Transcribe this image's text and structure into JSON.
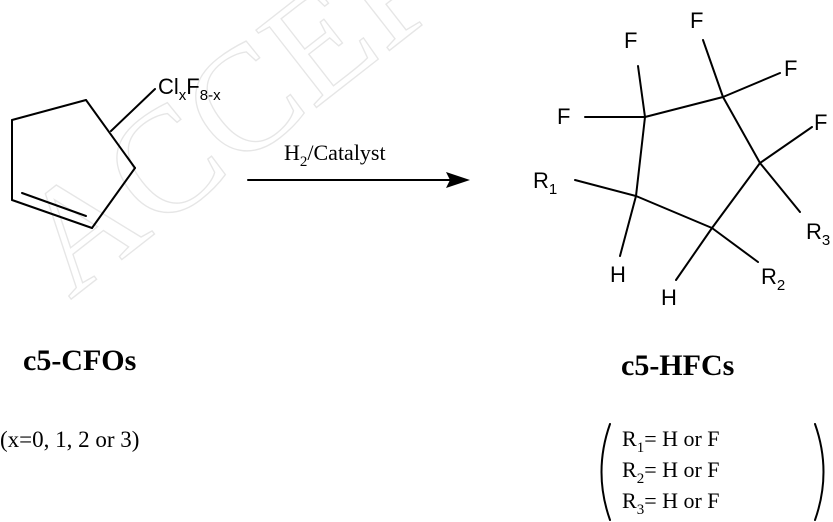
{
  "watermark": "ACCEPTED",
  "reactant": {
    "substituent": {
      "main1": "Cl",
      "sub1": "x",
      "main2": "F",
      "sub2": "8-x"
    },
    "name": "c5-CFOs",
    "condition": "(x=0, 1, 2 or 3)"
  },
  "arrow": {
    "reagent_main": "H",
    "reagent_sub": "2",
    "reagent_rest": "/Catalyst"
  },
  "product": {
    "atoms": {
      "f_top_left": "F",
      "f_top_mid": "F",
      "f_right_top": "F",
      "f_left": "F",
      "f_right": "F",
      "h_left": "H",
      "h_bottom": "H"
    },
    "r1": {
      "main": "R",
      "sub": "1"
    },
    "r2": {
      "main": "R",
      "sub": "2"
    },
    "r3": {
      "main": "R",
      "sub": "3"
    },
    "name": "c5-HFCs",
    "conditions": [
      {
        "main": "R",
        "sub": "1",
        "rest": "= H or F"
      },
      {
        "main": "R",
        "sub": "2",
        "rest": "= H or F"
      },
      {
        "main": "R",
        "sub": "3",
        "rest": "= H or F"
      }
    ]
  }
}
